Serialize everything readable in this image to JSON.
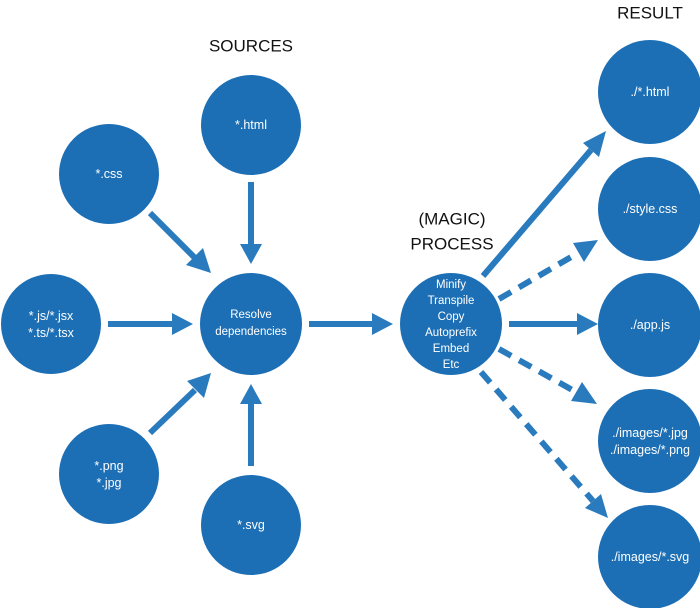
{
  "headings": {
    "sources": "SOURCES",
    "process_line1": "(MAGIC)",
    "process_line2": "PROCESS",
    "result": "RESULT"
  },
  "sources": {
    "html": [
      "*.html"
    ],
    "css": [
      "*.css"
    ],
    "js": [
      "*.js/*.jsx",
      "*.ts/*.tsx"
    ],
    "png": [
      "*.png",
      "*.jpg"
    ],
    "svg": [
      "*.svg"
    ]
  },
  "resolve": [
    "Resolve",
    "dependencies"
  ],
  "process": [
    "Minify",
    "Transpile",
    "Copy",
    "Autoprefix",
    "Embed",
    "Etc"
  ],
  "results": {
    "html": [
      "./*.html"
    ],
    "css": [
      "./style.css"
    ],
    "js": [
      "./app.js"
    ],
    "images": [
      "./images/*.jpg",
      "./images/*.png"
    ],
    "svg": [
      "./images/*.svg"
    ]
  },
  "colors": {
    "node": "#1d6fb5",
    "arrow": "#2a7bbd",
    "text_on_node": "#ffffff",
    "heading": "#111111"
  }
}
